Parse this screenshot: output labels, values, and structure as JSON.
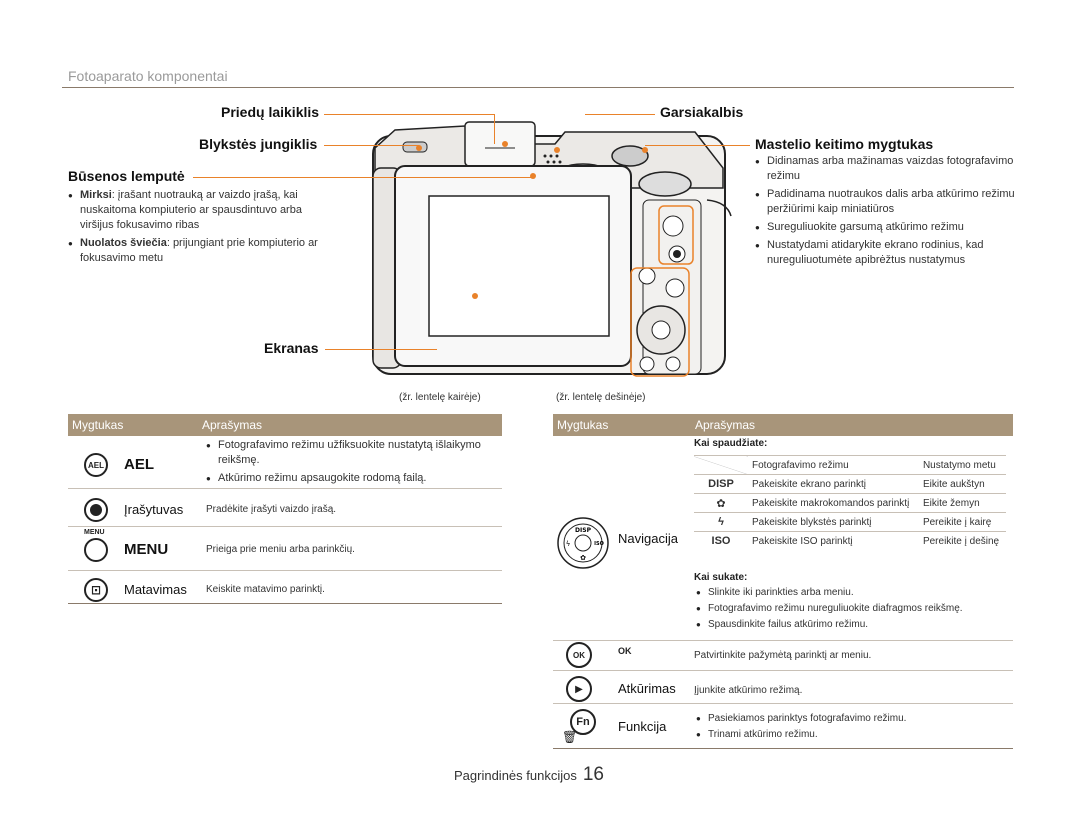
{
  "page": {
    "section_title": "Fotoaparato komponentai",
    "footer_text": "Pagrindinės funkcijos",
    "page_number": "16"
  },
  "callouts": {
    "accessory_holder": "Priedų laikiklis",
    "flash_switch": "Blykstės jungiklis",
    "status_lamp": "Būsenos lemputė",
    "screen": "Ekranas",
    "speaker": "Garsiakalbis",
    "zoom_button": "Mastelio keitimo mygtukas"
  },
  "status_lamp_notes": [
    {
      "term": "Mirksi",
      "text": ": įrašant nuotrauką ar vaizdo įrašą, kai nuskaitoma kompiuterio ar spausdintuvo arba viršijus fokusavimo ribas"
    },
    {
      "term": "Nuolatos šviečia",
      "text": ": prijungiant prie kompiuterio ar fokusavimo metu"
    }
  ],
  "zoom_notes": [
    "Didinamas arba mažinamas vaizdas fotografavimo režimu",
    "Padidinama nuotraukos dalis arba atkūrimo režimu peržiūrimi kaip miniatiūros",
    "Sureguliuokite garsumą atkūrimo režimu",
    "Nustatydami atidarykite ekrano rodinius, kad nureguliuotumėte apibrėžtus nustatymus"
  ],
  "captions": {
    "left": "(žr. lentelę kairėje)",
    "right": "(žr. lentelę dešinėje)"
  },
  "left_table": {
    "col_button": "Mygtukas",
    "col_desc": "Aprašymas",
    "rows": [
      {
        "icon": "AEL",
        "name": "AEL",
        "desc1": "Fotografavimo režimu užfiksuokite nustatytą išlaikymo reikšmę.",
        "desc2": "Atkūrimo režimu apsaugokite rodomą failą."
      },
      {
        "icon": "●",
        "name": "Įrašytuvas",
        "desc1": "Pradėkite įrašyti vaizdo įrašą."
      },
      {
        "icon": "MENU",
        "name": "MENU",
        "desc1": "Prieiga prie meniu arba parinkčių."
      },
      {
        "icon": "⊡",
        "name": "Matavimas",
        "desc1": "Keiskite matavimo parinktį."
      }
    ]
  },
  "right_table": {
    "col_button": "Mygtukas",
    "col_desc": "Aprašymas",
    "nav": {
      "name": "Navigacija",
      "pressed_label": "Kai spaudžiate",
      "pressed_rows": [
        {
          "icon": "",
          "a": "Fotografavimo režimu",
          "b": "Nustatymo metu"
        },
        {
          "icon": "DISP",
          "a": "Pakeiskite ekrano parinktį",
          "b": "Eikite aukštyn"
        },
        {
          "icon": "✿",
          "a": "Pakeiskite makrokomandos parinktį",
          "b": "Eikite žemyn"
        },
        {
          "icon": "ϟ",
          "a": "Pakeiskite blykstės parinktį",
          "b": "Pereikite į kairę"
        },
        {
          "icon": "ISO",
          "a": "Pakeiskite ISO parinktį",
          "b": "Pereikite į dešinę"
        }
      ],
      "turn_label": "Kai sukate",
      "turn_notes": [
        "Slinkite iki parinkties arba meniu.",
        "Fotografavimo režimu nureguliuokite diafragmos reikšmę.",
        "Spausdinkite failus atkūrimo režimu."
      ]
    },
    "ok": {
      "icon": "OK",
      "desc": "Patvirtinkite pažymėtą parinktį ar meniu."
    },
    "playback": {
      "name": "Atkūrimas",
      "desc": "Įjunkite atkūrimo režimą."
    },
    "function": {
      "name": "Funkcija",
      "notes": [
        "Pasiekiamos parinktys fotografavimo režimu.",
        "Trinami atkūrimo režimu."
      ]
    }
  }
}
